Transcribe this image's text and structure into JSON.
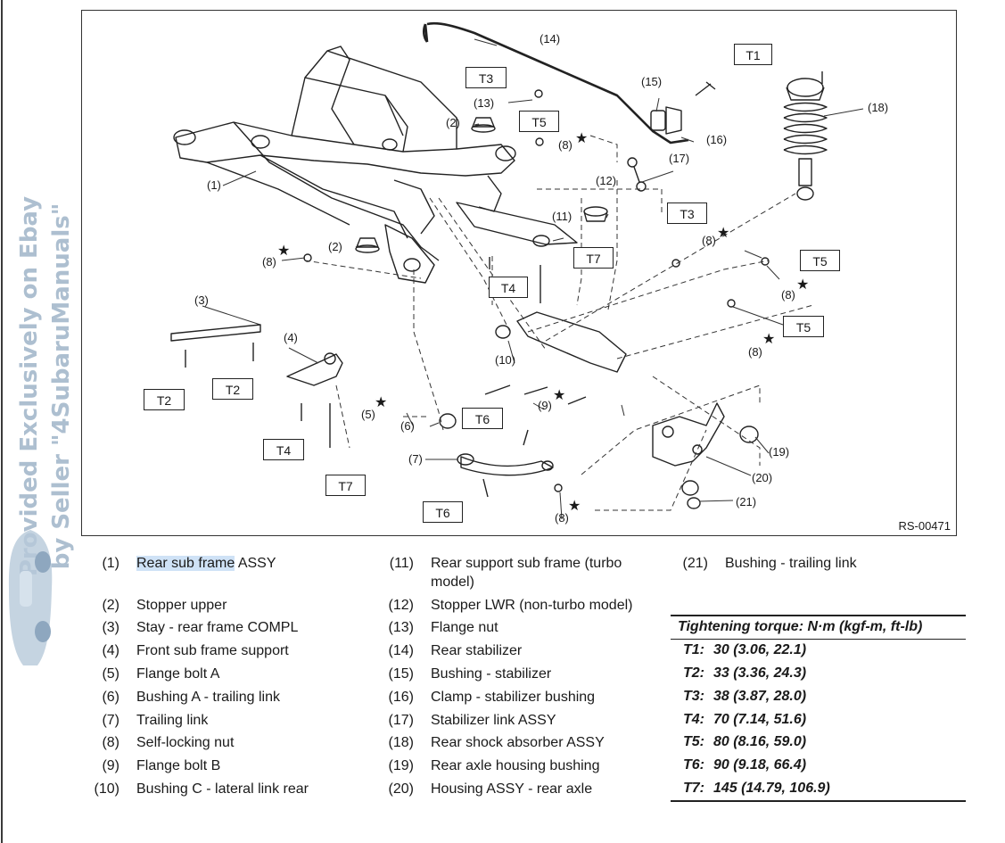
{
  "watermark": {
    "line1": "Provided Exclusively on Ebay",
    "line2": "by Seller \"4SubaruManuals\""
  },
  "figure": {
    "id": "RS-00471",
    "callouts": {
      "n1": "(1)",
      "n2a": "(2)",
      "n2b": "(2)",
      "n3": "(3)",
      "n4": "(4)",
      "n5": "(5)",
      "n6": "(6)",
      "n7": "(7)",
      "n8a": "(8)",
      "n8b": "(8)",
      "n8c": "(8)",
      "n8d": "(8)",
      "n8e": "(8)",
      "n8f": "(8)",
      "n9": "(9)",
      "n10": "(10)",
      "n11": "(11)",
      "n12": "(12)",
      "n13": "(13)",
      "n14": "(14)",
      "n15": "(15)",
      "n16": "(16)",
      "n17": "(17)",
      "n18": "(18)",
      "n19": "(19)",
      "n20": "(20)",
      "n21": "(21)"
    },
    "torque_boxes": {
      "b1": "T1",
      "b2": "T3",
      "b3": "T5",
      "b4": "T7",
      "b5": "T4",
      "b6": "T3",
      "b7": "T5",
      "b8": "T5",
      "b9": "T2",
      "b10": "T2",
      "b11": "T4",
      "b12": "T7",
      "b13": "T6",
      "b14": "T6"
    },
    "star": "★"
  },
  "legend": {
    "col1": [
      {
        "num": "(1)",
        "text_hl": "Rear sub frame",
        "text": " ASSY"
      },
      {
        "num": "(2)",
        "text": "Stopper upper"
      },
      {
        "num": "(3)",
        "text": "Stay - rear frame COMPL"
      },
      {
        "num": "(4)",
        "text": "Front sub frame support"
      },
      {
        "num": "(5)",
        "text": "Flange bolt A"
      },
      {
        "num": "(6)",
        "text": "Bushing A - trailing link"
      },
      {
        "num": "(7)",
        "text": "Trailing link"
      },
      {
        "num": "(8)",
        "text": "Self-locking nut"
      },
      {
        "num": "(9)",
        "text": "Flange bolt B"
      },
      {
        "num": "(10)",
        "text": "Bushing C - lateral link rear"
      }
    ],
    "col2": [
      {
        "num": "(11)",
        "text": "Rear support sub frame (turbo",
        "text2": "model)"
      },
      {
        "num": "(12)",
        "text": "Stopper LWR (non-turbo model)"
      },
      {
        "num": "(13)",
        "text": "Flange nut"
      },
      {
        "num": "(14)",
        "text": "Rear stabilizer"
      },
      {
        "num": "(15)",
        "text": "Bushing - stabilizer"
      },
      {
        "num": "(16)",
        "text": "Clamp - stabilizer bushing"
      },
      {
        "num": "(17)",
        "text": "Stabilizer link ASSY"
      },
      {
        "num": "(18)",
        "text": "Rear shock absorber ASSY"
      },
      {
        "num": "(19)",
        "text": "Rear axle housing bushing"
      },
      {
        "num": "(20)",
        "text": "Housing ASSY - rear axle"
      }
    ],
    "col3": [
      {
        "num": "(21)",
        "text": "Bushing - trailing link"
      }
    ]
  },
  "torque_table": {
    "heading": "Tightening torque: N·m (kgf-m, ft-lb)",
    "rows": [
      {
        "code": "T1:",
        "value": "30 (3.06, 22.1)"
      },
      {
        "code": "T2:",
        "value": "33 (3.36, 24.3)"
      },
      {
        "code": "T3:",
        "value": "38 (3.87, 28.0)"
      },
      {
        "code": "T4:",
        "value": "70 (7.14, 51.6)"
      },
      {
        "code": "T5:",
        "value": "80 (8.16, 59.0)"
      },
      {
        "code": "T6:",
        "value": "90 (9.18, 66.4)"
      },
      {
        "code": "T7:",
        "value": "145 (14.79, 106.9)"
      }
    ]
  }
}
